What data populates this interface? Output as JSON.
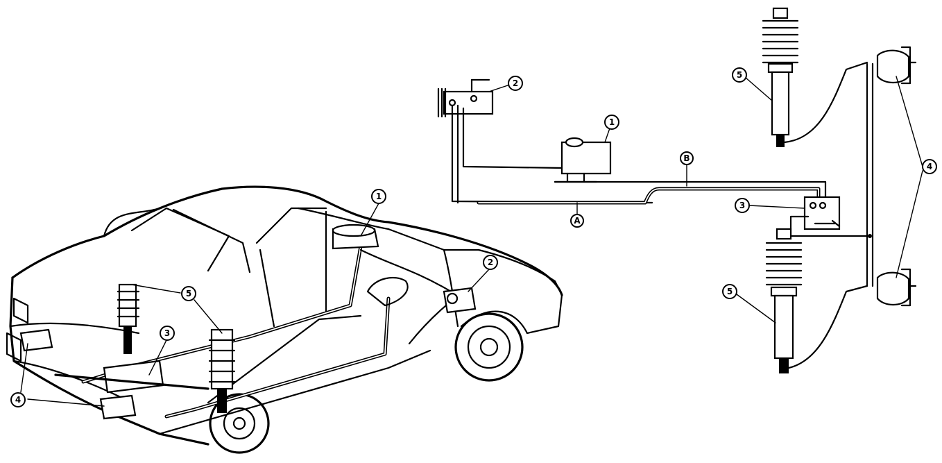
{
  "callouts": {
    "car_1": "1",
    "car_2": "2",
    "car_3": "3",
    "car_4": "4",
    "car_5": "5",
    "sch_1": "1",
    "sch_2": "2",
    "sch_3": "3",
    "sch_4": "4",
    "sch_5_top": "5",
    "sch_5_bottom": "5",
    "line_a": "A",
    "line_b": "B"
  }
}
